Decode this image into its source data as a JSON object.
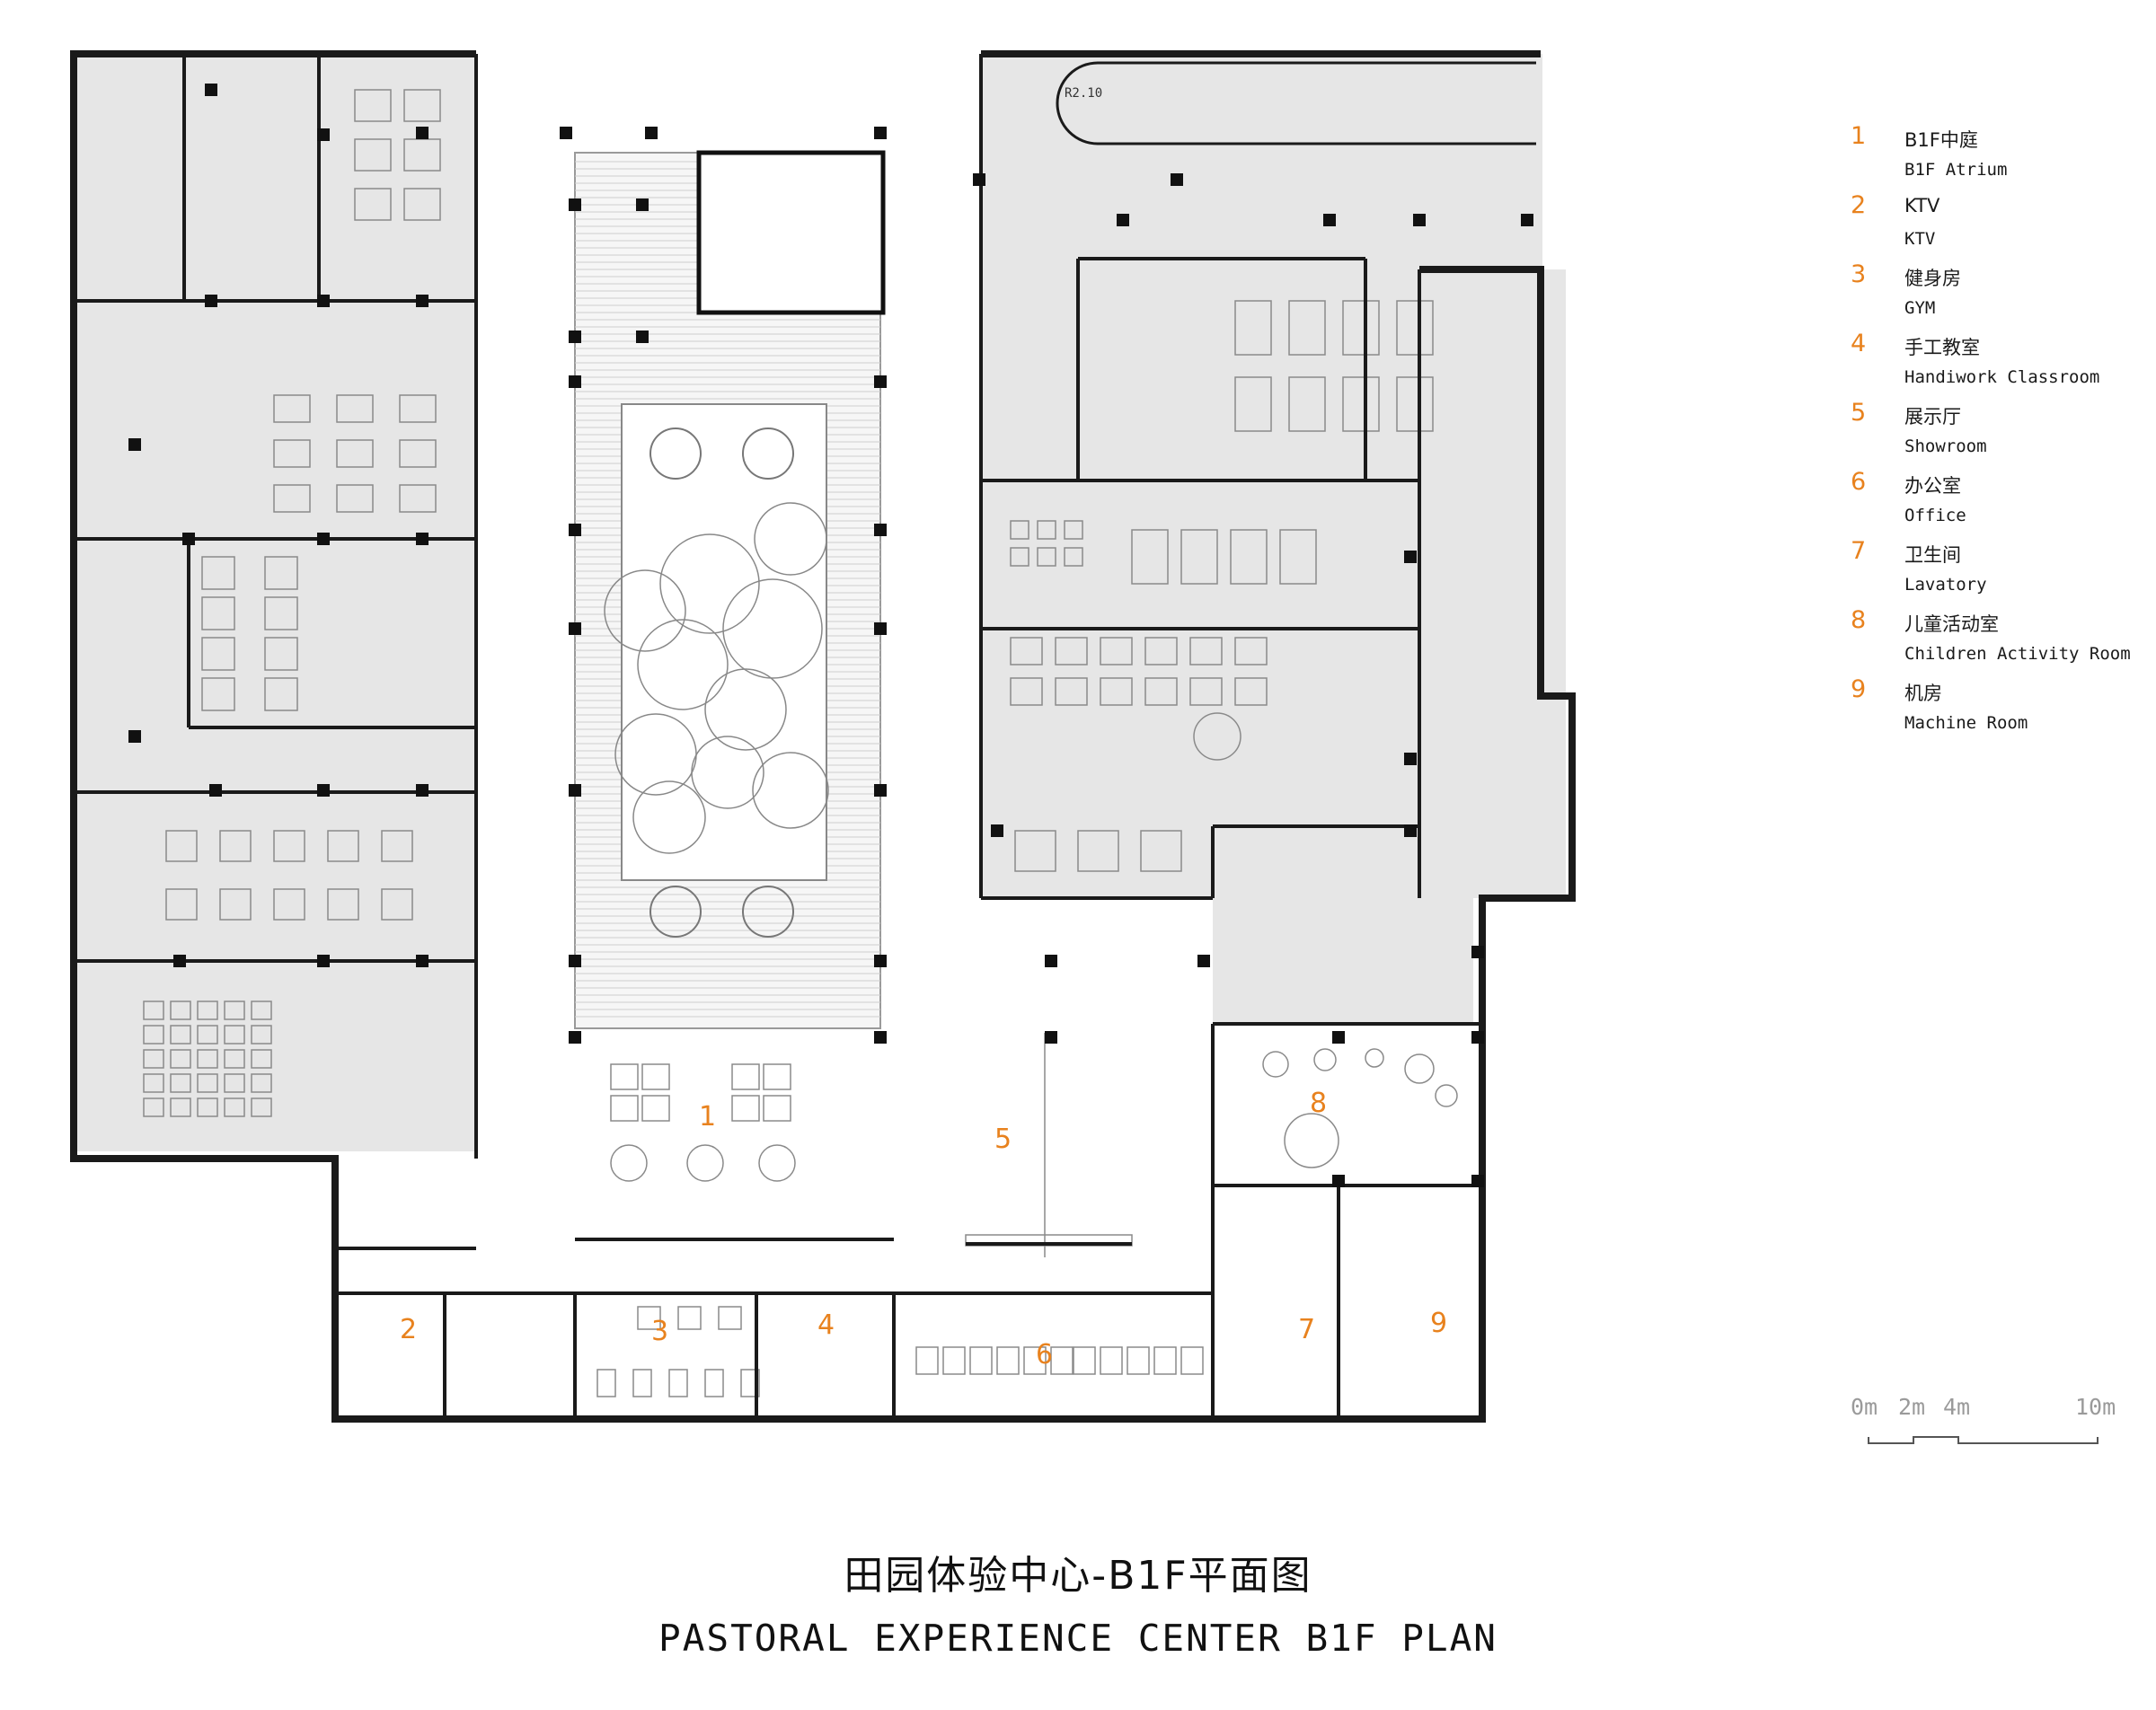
{
  "title": {
    "zh": "田园体验中心-B1F平面图",
    "en": "PASTORAL EXPERIENCE CENTER B1F PLAN"
  },
  "legend": [
    {
      "num": "1",
      "zh": "B1F中庭",
      "en": "B1F Atrium"
    },
    {
      "num": "2",
      "zh": "KTV",
      "en": "KTV"
    },
    {
      "num": "3",
      "zh": "健身房",
      "en": "GYM"
    },
    {
      "num": "4",
      "zh": "手工教室",
      "en": "Handiwork Classroom"
    },
    {
      "num": "5",
      "zh": "展示厅",
      "en": "Showroom"
    },
    {
      "num": "6",
      "zh": "办公室",
      "en": "Office"
    },
    {
      "num": "7",
      "zh": "卫生间",
      "en": "Lavatory"
    },
    {
      "num": "8",
      "zh": "儿童活动室",
      "en": "Children Activity Room"
    },
    {
      "num": "9",
      "zh": "机房",
      "en": "Machine Room"
    }
  ],
  "plan_labels": {
    "n1": "1",
    "n2": "2",
    "n3": "3",
    "n4": "4",
    "n5": "5",
    "n6": "6",
    "n7": "7",
    "n8": "8",
    "n9": "9",
    "radius": "R2.10"
  },
  "scale": {
    "labels": [
      "0m",
      "2m",
      "4m",
      "10m"
    ]
  },
  "colors": {
    "accent": "#e8821e",
    "fill": "#e6e6e6",
    "wall": "#1a1a1a",
    "line": "#8a8a8a"
  }
}
